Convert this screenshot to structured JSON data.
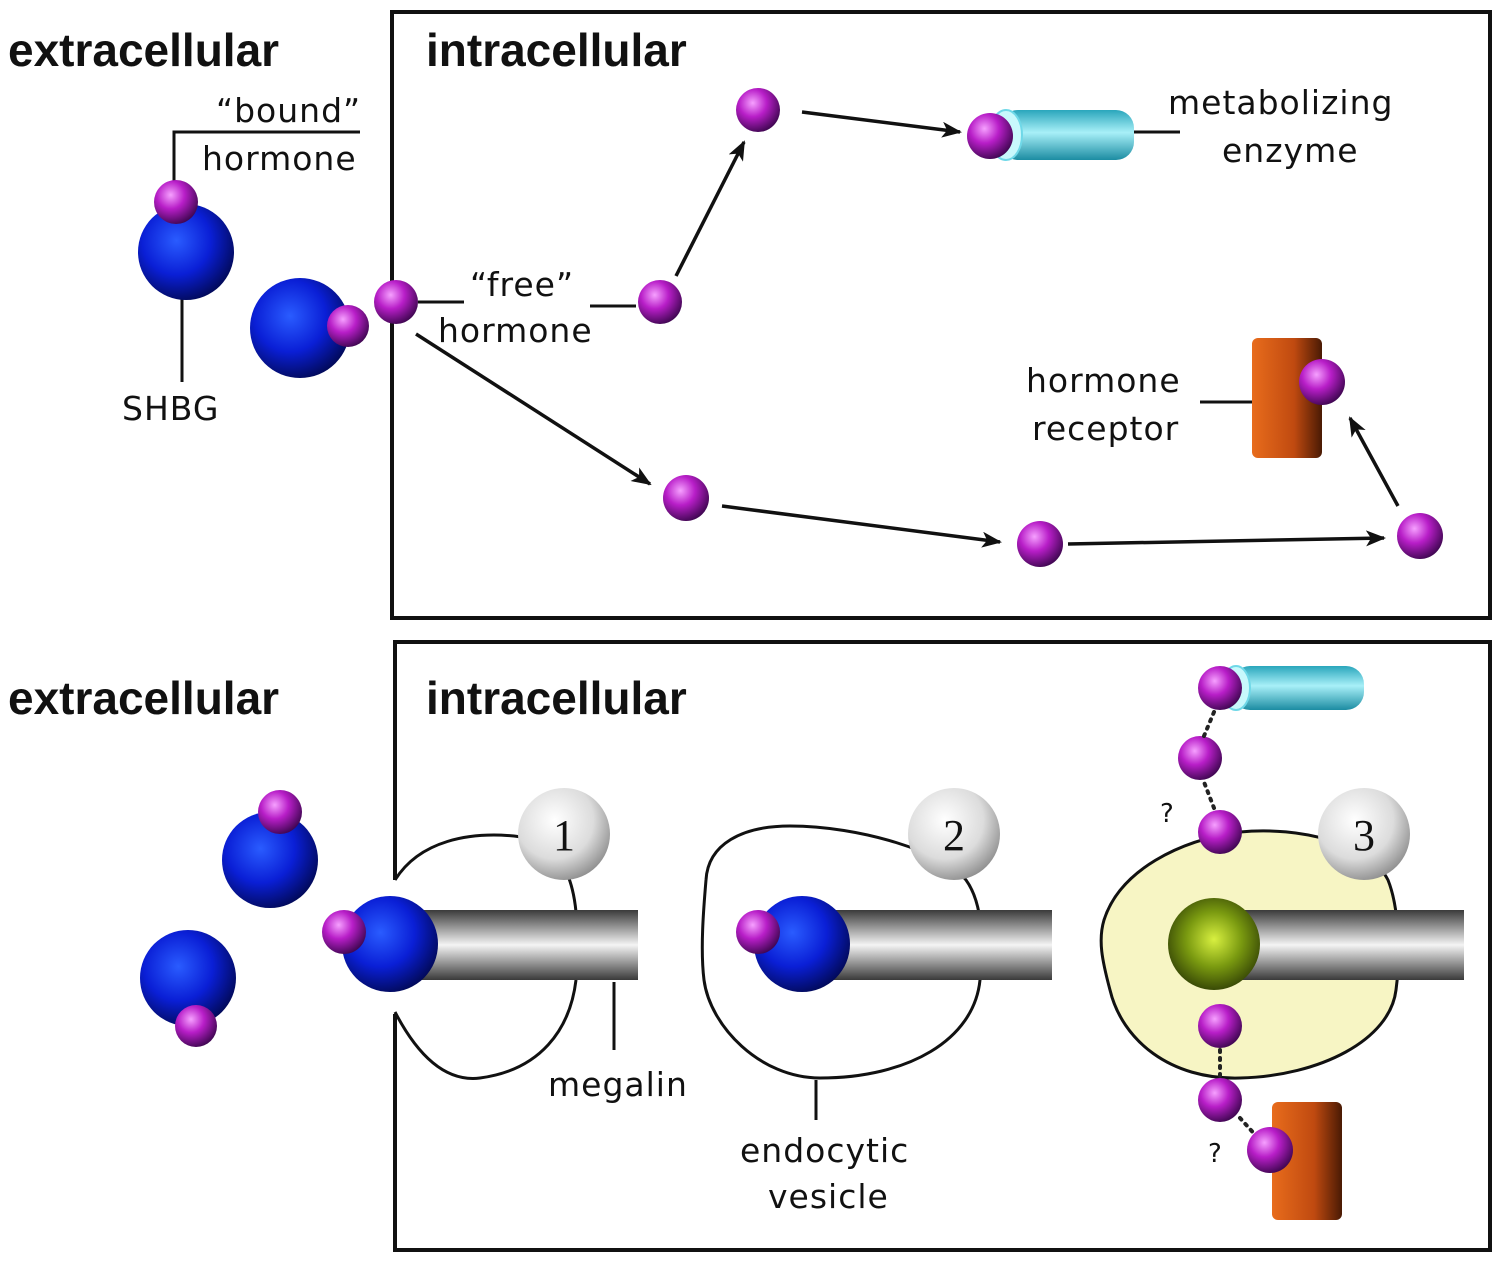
{
  "panel_top": {
    "extracellular_label": "extracellular",
    "intracellular_label": "intracellular",
    "bound_label_line1": "“bound”",
    "bound_label_line2": "hormone",
    "shbg_label": "SHBG",
    "free_label_line1": "“free”",
    "free_label_line2": "hormone",
    "enzyme_label_line1": "metabolizing",
    "enzyme_label_line2": "enzyme",
    "receptor_label_line1": "hormone",
    "receptor_label_line2": "receptor"
  },
  "panel_bottom": {
    "extracellular_label": "extracellular",
    "intracellular_label": "intracellular",
    "step_1": "1",
    "step_2": "2",
    "step_3": "3",
    "megalin_label": "megalin",
    "vesicle_label_line1": "endocytic",
    "vesicle_label_line2": "vesicle",
    "question_mark": "?"
  },
  "colors": {
    "hormone": "#b81ec8",
    "shbg": "#0a1fd6",
    "enzyme": "#6fd8e8",
    "receptor": "#d85c14",
    "megalin": "#8a8a8a",
    "vesicle_fill": "#f7f5c4",
    "lysosome_core": "#7a9a10"
  }
}
